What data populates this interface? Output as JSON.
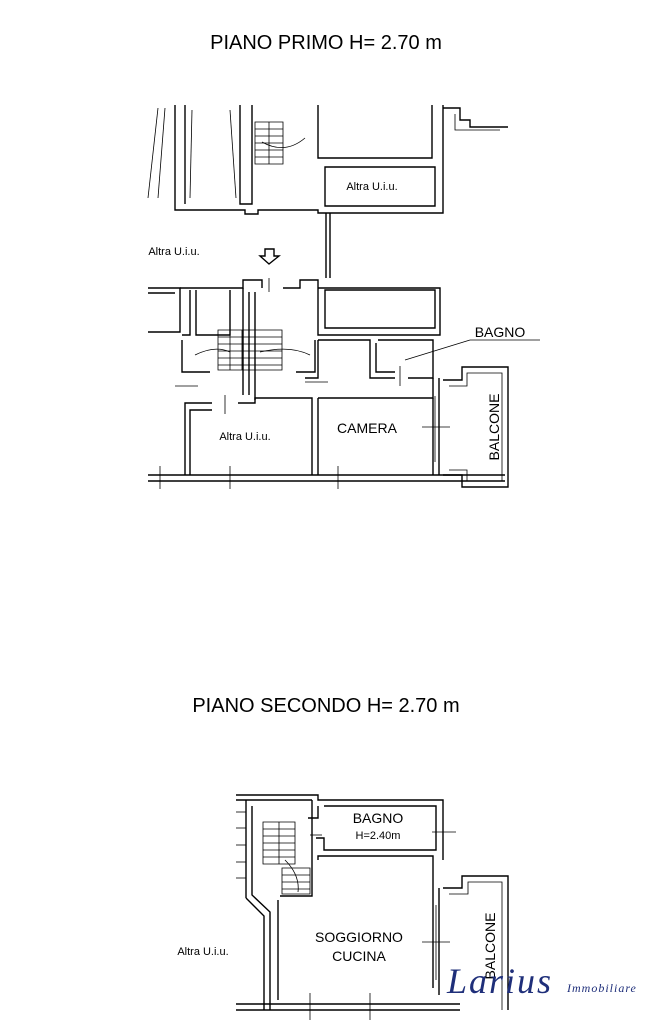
{
  "floors": [
    {
      "title": "PIANO PRIMO H= 2.70 m",
      "rooms": {
        "altra_top": "Altra U.i.u.",
        "altra_left": "Altra U.i.u.",
        "altra_bottom": "Altra U.i.u.",
        "bagno": "BAGNO",
        "camera": "CAMERA",
        "balcone": "BALCONE"
      }
    },
    {
      "title": "PIANO SECONDO H= 2.70 m",
      "rooms": {
        "bagno": "BAGNO",
        "bagno_height": "H=2.40m",
        "soggiorno": "SOGGIORNO",
        "cucina": "CUCINA",
        "balcone": "BALCONE",
        "altra_left": "Altra U.i.u."
      }
    }
  ],
  "logo": {
    "main": "Larius",
    "sub": "Immobiliare",
    "color": "#1f2f7a"
  }
}
